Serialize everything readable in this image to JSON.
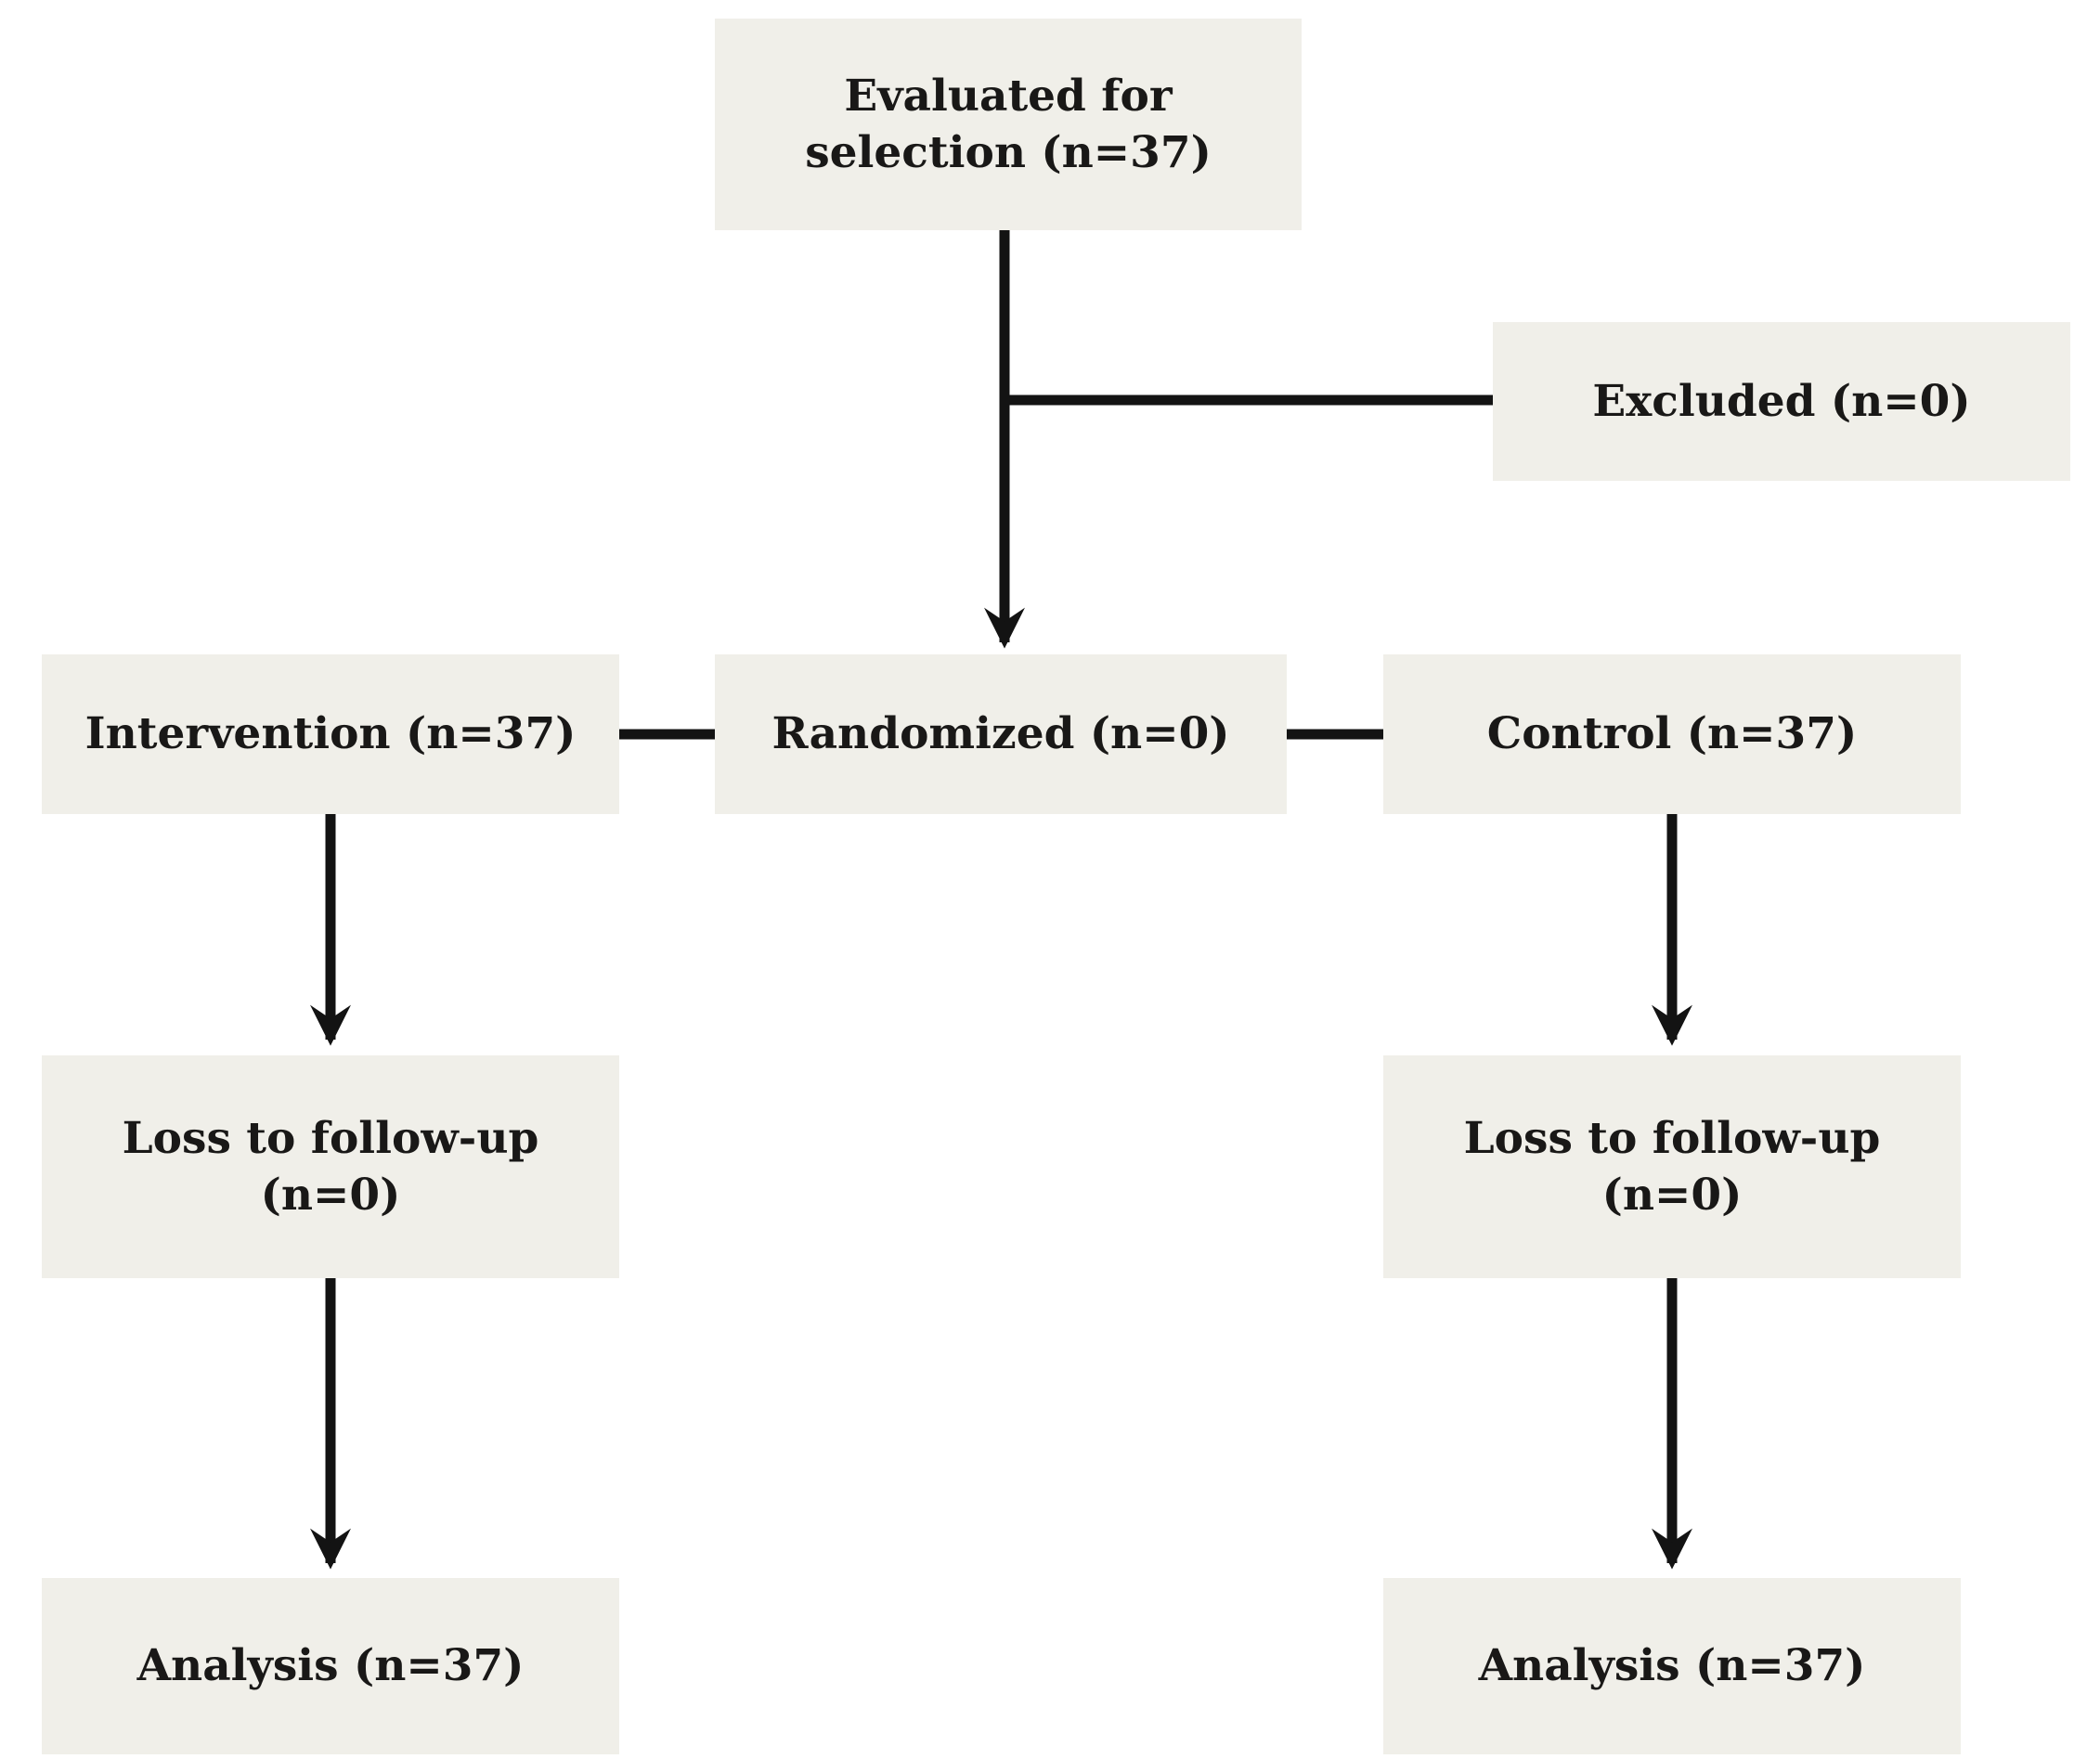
{
  "colors": {
    "background": "#ffffff",
    "box_fill": "#f0efe9",
    "text_color": "#191817",
    "arrow_color": "#131313"
  },
  "diagram": {
    "kind": "flowchart",
    "nodes": {
      "evaluated": {
        "line1": "Evaluated for",
        "line2": "selection (n=37)"
      },
      "excluded": {
        "line1": "Excluded (n=0)"
      },
      "intervention": {
        "line1": "Intervention (n=37)"
      },
      "randomized": {
        "line1": "Randomized (n=0)"
      },
      "control": {
        "line1": "Control (n=37)"
      },
      "loss_left": {
        "line1": "Loss to follow-up",
        "line2": "(n=0)"
      },
      "loss_right": {
        "line1": "Loss to follow-up",
        "line2": "(n=0)"
      },
      "analysis_left": {
        "line1": "Analysis (n=37)"
      },
      "analysis_right": {
        "line1": "Analysis (n=37)"
      }
    },
    "edges": [
      {
        "from": "evaluated",
        "to": "randomized",
        "style": "arrow"
      },
      {
        "from": "evaluated",
        "to": "excluded",
        "style": "line"
      },
      {
        "from": "intervention",
        "to": "randomized",
        "style": "line"
      },
      {
        "from": "randomized",
        "to": "control",
        "style": "line"
      },
      {
        "from": "intervention",
        "to": "loss_left",
        "style": "arrow"
      },
      {
        "from": "control",
        "to": "loss_right",
        "style": "arrow"
      },
      {
        "from": "loss_left",
        "to": "analysis_left",
        "style": "arrow"
      },
      {
        "from": "loss_right",
        "to": "analysis_right",
        "style": "arrow"
      }
    ]
  }
}
